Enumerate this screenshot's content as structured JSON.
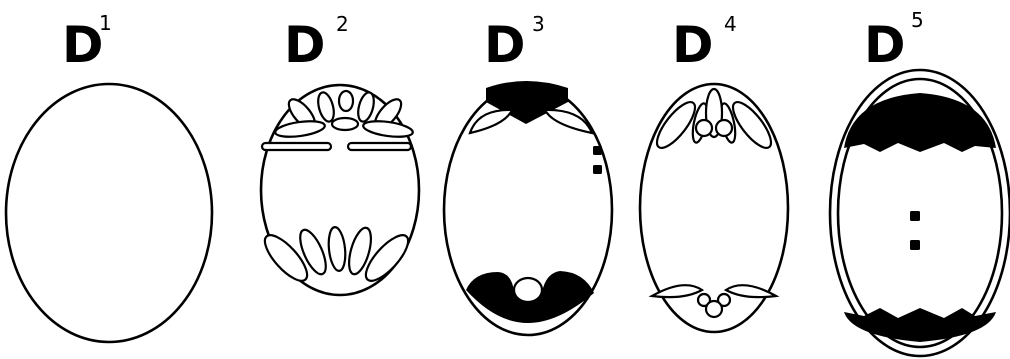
{
  "panels": [
    {
      "letter": "D",
      "number": "1"
    },
    {
      "letter": "D",
      "number": "2"
    },
    {
      "letter": "D",
      "number": "3"
    },
    {
      "letter": "D",
      "number": "4"
    },
    {
      "letter": "D",
      "number": "5"
    }
  ]
}
